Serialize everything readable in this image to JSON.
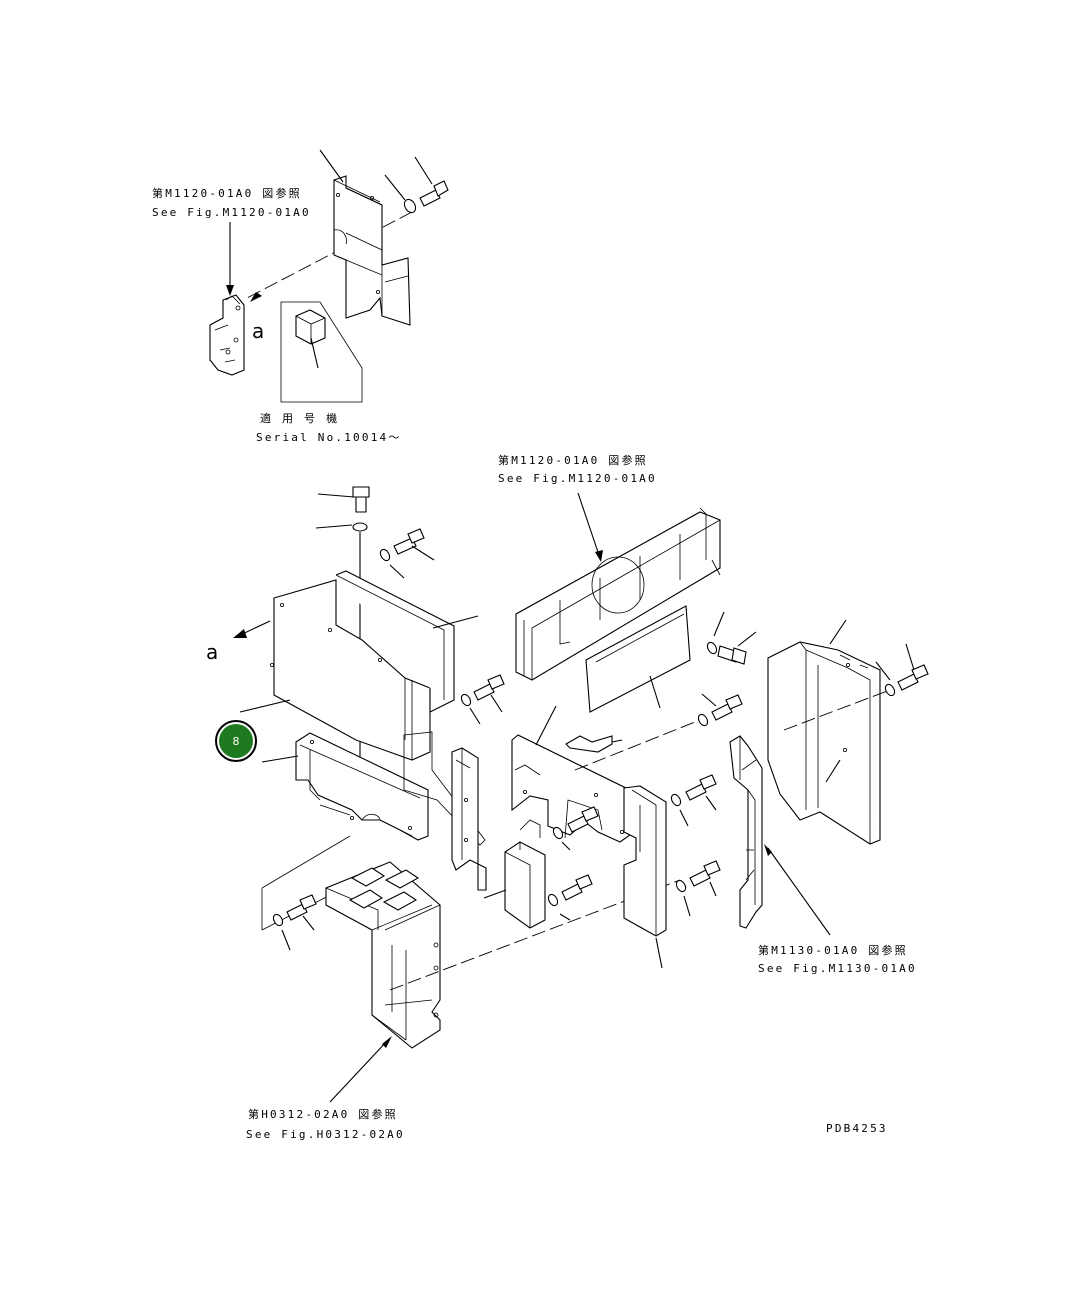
{
  "references": [
    {
      "id": "ref-m1120-top",
      "jp": "第M1120-01A0 図参照",
      "en": "See Fig.M1120-01A0"
    },
    {
      "id": "ref-m1120-mid",
      "jp": "第M1120-01A0 図参照",
      "en": "See Fig.M1120-01A0"
    },
    {
      "id": "ref-m1130",
      "jp": "第M1130-01A0 図参照",
      "en": "See Fig.M1130-01A0"
    },
    {
      "id": "ref-h0312",
      "jp": "第H0312-02A0 図参照",
      "en": "See Fig.H0312-02A0"
    }
  ],
  "serial": {
    "jp": "適 用 号 機",
    "en": "Serial No.10014～"
  },
  "view_marks": {
    "detail_a": "a",
    "main_a": "a"
  },
  "callout": {
    "number": "8",
    "color": "#1e7a1e",
    "ring_color": "#000000"
  },
  "drawing_code": "PDB4253"
}
